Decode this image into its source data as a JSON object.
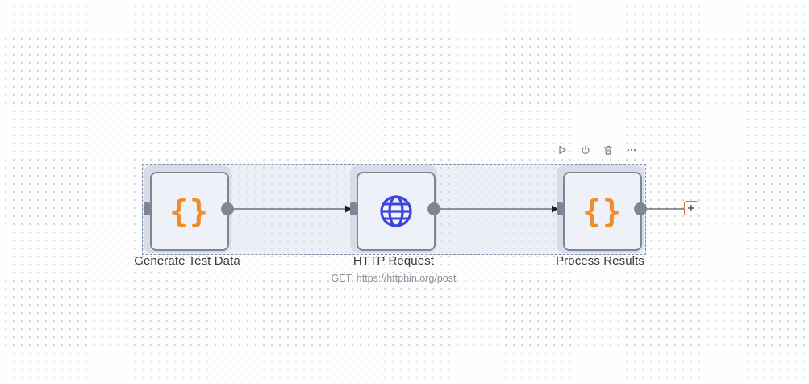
{
  "nodes": {
    "generate": {
      "label": "Generate Test Data",
      "icon": "code-braces-icon",
      "icon_glyph": "{}"
    },
    "http": {
      "label": "HTTP Request",
      "subtitle": "GET: https://httpbin.org/post",
      "icon": "globe-icon"
    },
    "process": {
      "label": "Process Results",
      "icon": "code-braces-icon",
      "icon_glyph": "{}"
    }
  },
  "node_toolbar": {
    "buttons": [
      "play-icon",
      "power-icon",
      "trash-icon",
      "more-horizontal-icon"
    ]
  },
  "add_node_button": {
    "icon": "plus-icon",
    "glyph": "+"
  },
  "colors": {
    "accent_orange": "#f08c2a",
    "globe_blue": "#3c46dc",
    "add_button_border": "#e8694a",
    "node_border": "#7f8593"
  }
}
